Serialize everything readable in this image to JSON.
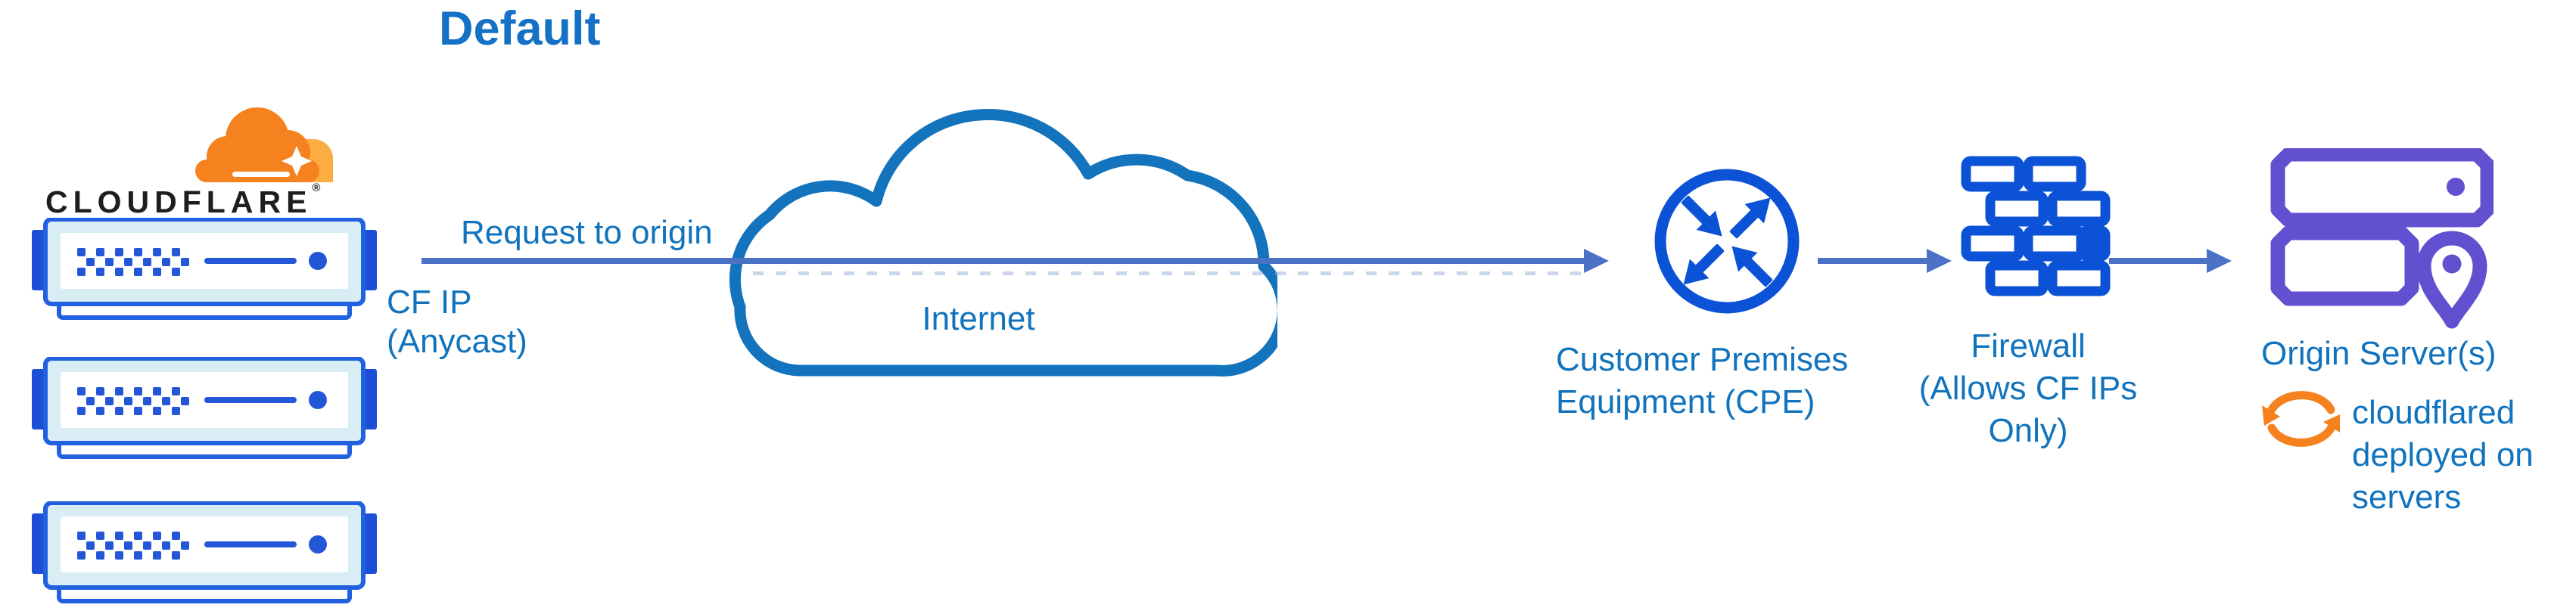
{
  "title": "Default",
  "cloudflare": {
    "wordmark": "CLOUDFLARE",
    "registered": "®"
  },
  "edge": {
    "request_label": "Request to origin",
    "ip_line1": "CF IP",
    "ip_line2": "(Anycast)"
  },
  "internet": {
    "label": "Internet"
  },
  "cpe": {
    "line1": "Customer Premises",
    "line2": "Equipment (CPE)"
  },
  "firewall": {
    "line1": "Firewall",
    "line2": "(Allows CF IPs Only)"
  },
  "origin": {
    "label": "Origin Server(s)",
    "note1": "cloudflared",
    "note2": "deployed on",
    "note3": "servers"
  },
  "icons": {
    "logo": "cloudflare-cloud-logo",
    "server": "edge-server-icon",
    "internet": "internet-cloud-icon",
    "cpe": "router-crossed-arrows-icon",
    "firewall": "brick-wall-icon",
    "origin": "origin-servers-location-pin-icon",
    "sync": "sync-arrows-icon"
  },
  "colors": {
    "title_blue": "#1571C6",
    "text_blue": "#1173BD",
    "arrow_blue": "#4C72C6",
    "dashed_blue": "#9DB4DD",
    "icon_blue": "#0C52D6",
    "cloud_stroke_blue": "#1373BC",
    "server_frame_blue": "#2160E0",
    "server_fill_light": "#D9EDF4",
    "server_tab_blue": "#1D4FD6",
    "server_detail_blue": "#2456D8",
    "origin_purple": "#6150D0",
    "cf_orange": "#F6821F",
    "cf_orange_light": "#FBAD41",
    "wordmark_black": "#1E1E1E"
  }
}
